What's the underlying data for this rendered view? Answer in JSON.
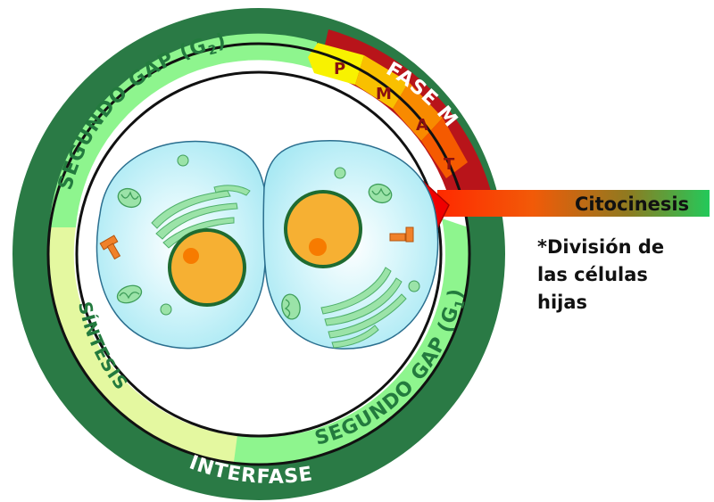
{
  "labels": {
    "interfase": "INTERFASE",
    "fase_m": "FASE M",
    "sintesis": "SÍNTESIS",
    "g2_text": "SEGUNDO GAP (G",
    "g2_sub": "2",
    "g1_text": "SEGUNDO GAP (G",
    "g1_sub": "1",
    "close_paren": ")",
    "phase_p": "P",
    "phase_m": "M",
    "phase_a": "A",
    "phase_t": "T",
    "citocinesis": "Citocinesis"
  },
  "note": {
    "line1": "*División de",
    "line2": "las células",
    "line3": "hijas"
  },
  "colors": {
    "interfase_ring": "#2a7a45",
    "fase_m_ring": "#b8141a",
    "g_band": "#8ef58e",
    "s_band": "#e4f8a0",
    "phase_p": "#f8f200",
    "phase_m": "#f9c000",
    "phase_a": "#f88a00",
    "phase_t": "#f55a00",
    "arrow_red": "#f00000",
    "cytoplasm": "#c4f0f8",
    "nucleus_fill": "#f6b033",
    "nucleus_ring": "#1f6b30",
    "nucleolus": "#f77b00",
    "organelle": "#9be3a8"
  }
}
